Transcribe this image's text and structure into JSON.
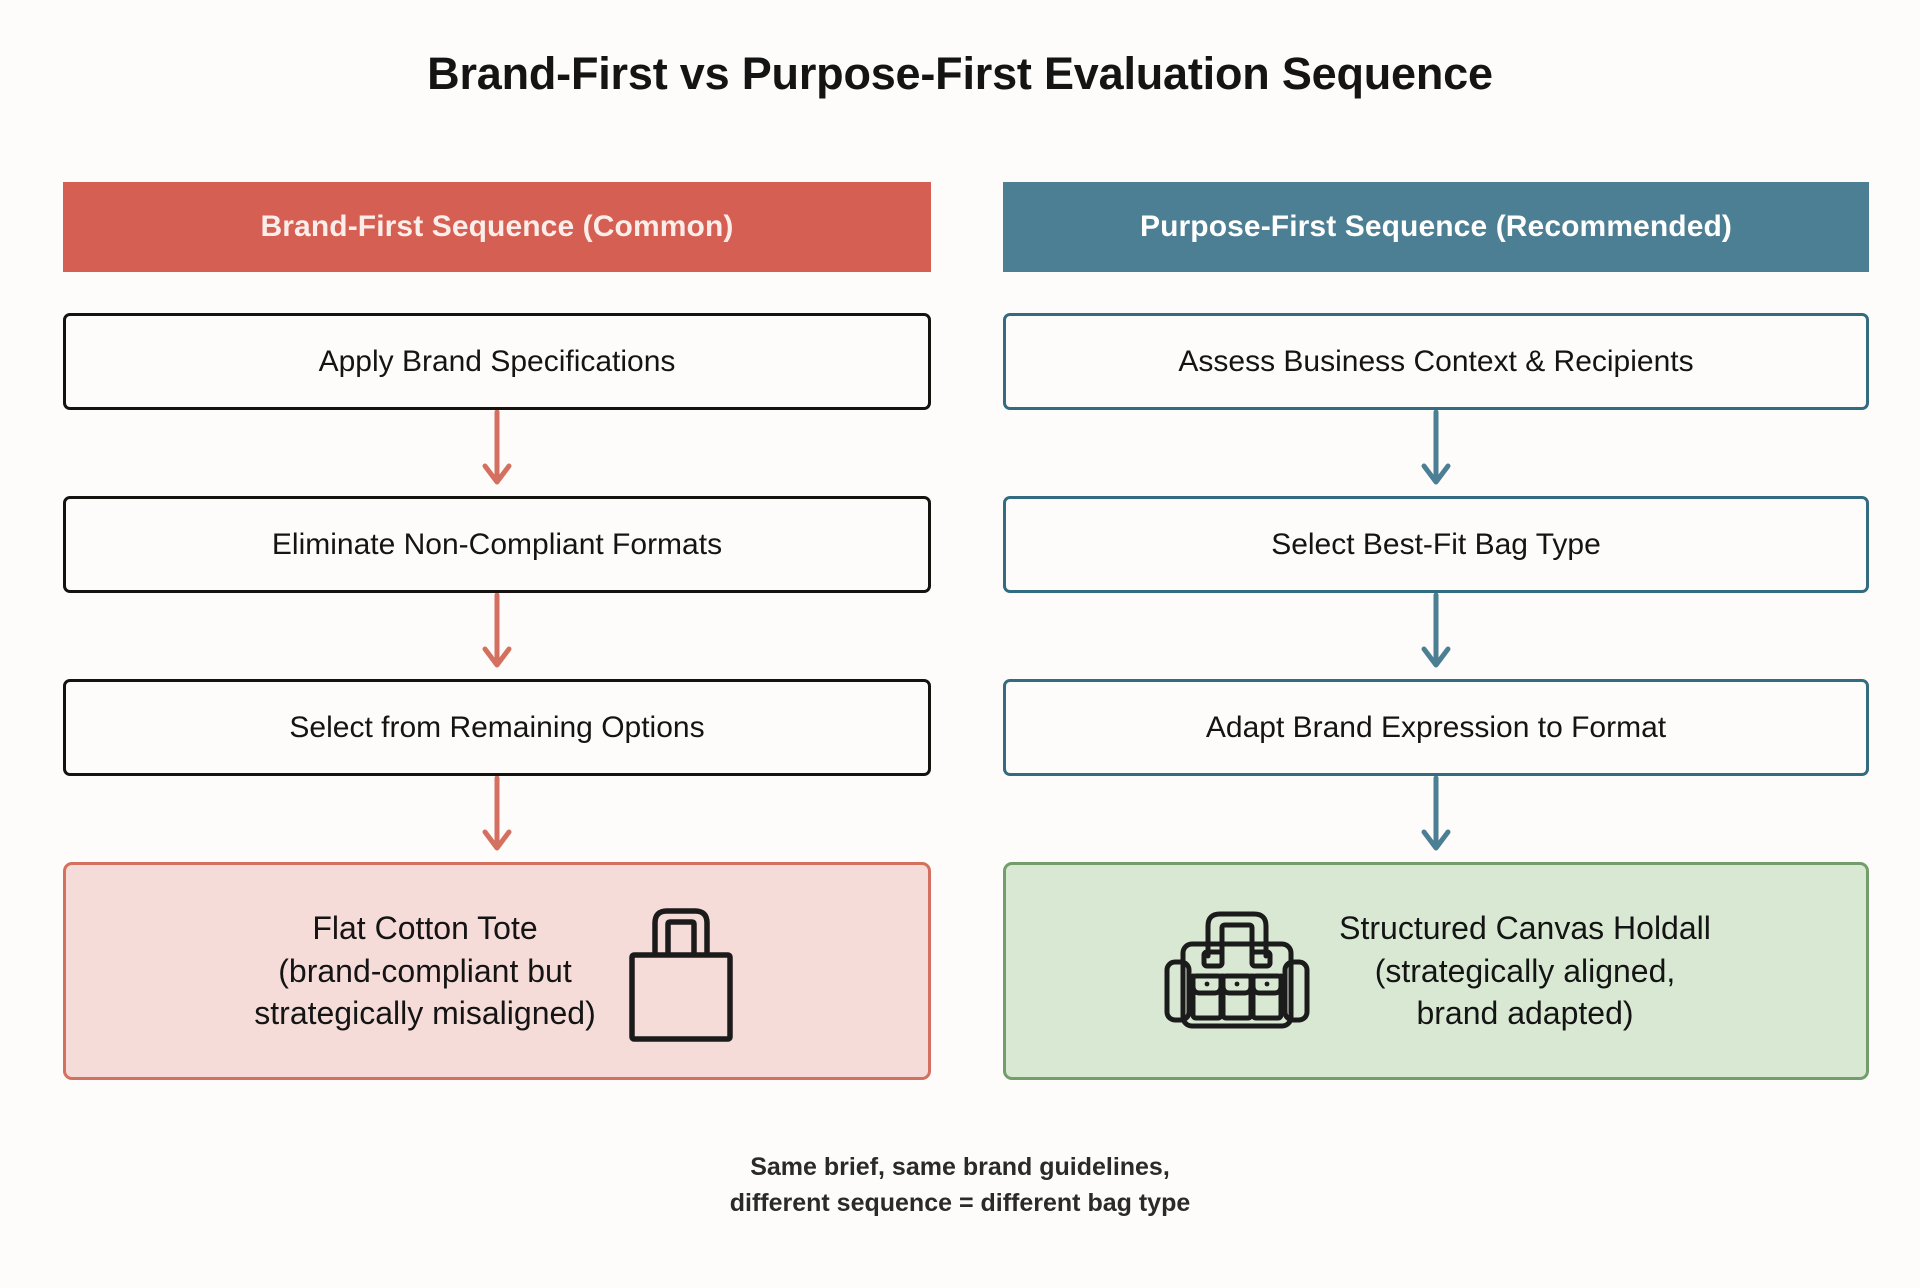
{
  "title": "Brand-First vs Purpose-First Evaluation Sequence",
  "colors": {
    "background": "#fdfcfa",
    "brand_header": "#d55f52",
    "purpose_header": "#4c7f93",
    "brand_arrow": "#d4705f",
    "purpose_arrow": "#4c7f93",
    "box_border_dark": "#15130f",
    "box_border_teal": "#336c80",
    "result_pink_fill": "#f6dcd8",
    "result_pink_border": "#d4705f",
    "result_green_fill": "#d9e8d3",
    "result_green_border": "#739e6b",
    "text": "#141414"
  },
  "columns": [
    {
      "id": "brand-first",
      "header": "Brand-First Sequence (Common)",
      "steps": [
        "Apply Brand Specifications",
        "Eliminate Non-Compliant Formats",
        "Select from Remaining Options"
      ],
      "result": {
        "label": "Flat Cotton Tote\n(brand-compliant but\nstrategically misaligned)",
        "icon": "tote-bag-icon"
      }
    },
    {
      "id": "purpose-first",
      "header": "Purpose-First Sequence (Recommended)",
      "steps": [
        "Assess Business Context & Recipients",
        "Select Best-Fit Bag Type",
        "Adapt Brand Expression to Format"
      ],
      "result": {
        "label": "Structured Canvas Holdall\n(strategically aligned,\nbrand adapted)",
        "icon": "holdall-bag-icon"
      }
    }
  ],
  "footer": "Same brief, same brand guidelines,\ndifferent sequence = different bag type"
}
